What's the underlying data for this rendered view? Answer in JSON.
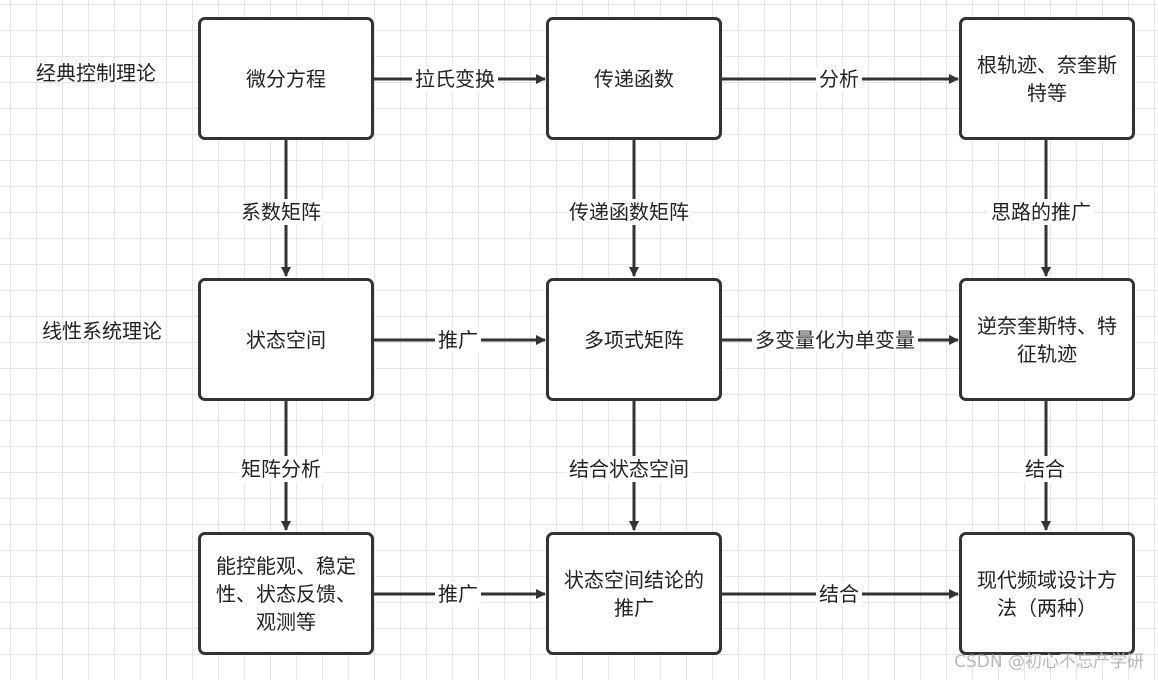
{
  "row_labels": {
    "classical": "经典控制理论",
    "linear": "线性系统理论"
  },
  "nodes": {
    "differential_equation": "微分方程",
    "transfer_function": "传递函数",
    "root_locus_nyquist": "根轨迹、奈奎斯特等",
    "state_space": "状态空间",
    "polynomial_matrix": "多项式矩阵",
    "inverse_nyquist": "逆奈奎斯特、特征轨迹",
    "controllability": "能控能观、稳定性、状态反馈、观测等",
    "state_space_generalization": "状态空间结论的推广",
    "frequency_design": "现代频域设计方法（两种）"
  },
  "edges": {
    "laplace": "拉氏变换",
    "analysis": "分析",
    "coefficient_matrix": "系数矩阵",
    "transfer_function_matrix": "传递函数矩阵",
    "idea_generalization": "思路的推广",
    "generalize_1": "推广",
    "multi_to_single": "多变量化为单变量",
    "matrix_analysis": "矩阵分析",
    "combine_state_space": "结合状态空间",
    "combine_1": "结合",
    "generalize_2": "推广",
    "combine_2": "结合"
  },
  "watermark": "CSDN @初心不忘产学研"
}
